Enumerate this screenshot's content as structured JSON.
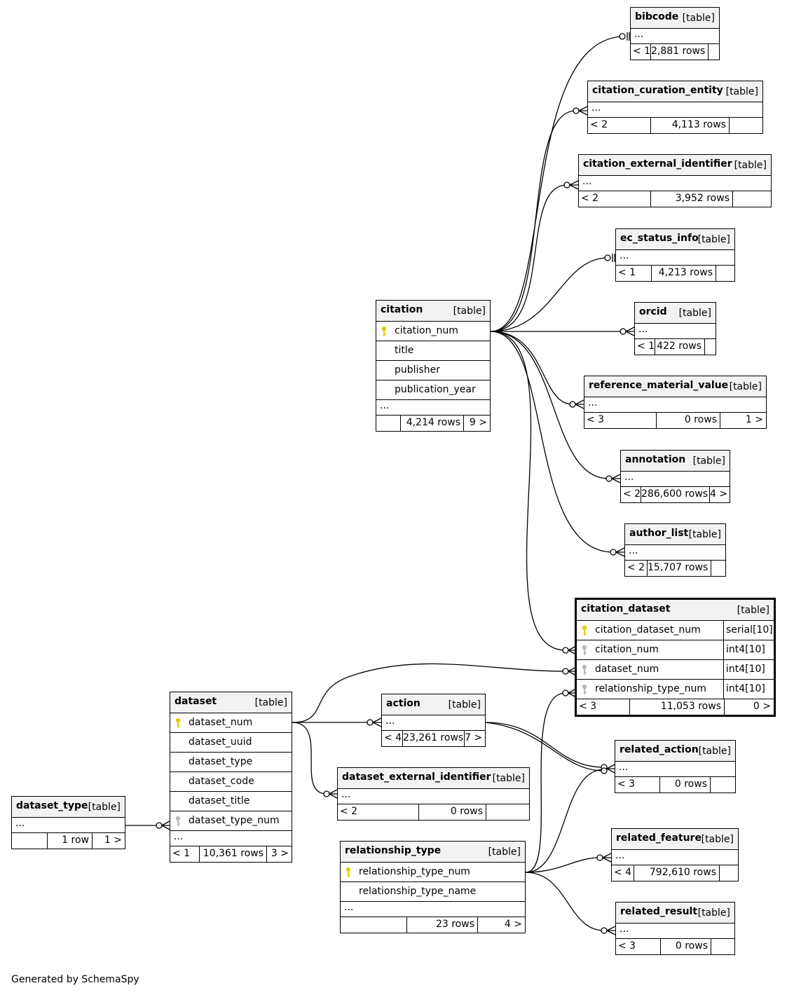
{
  "footer": "Generated by SchemaSpy",
  "table_tag": "[table]",
  "tables": {
    "bibcode": {
      "name": "bibcode",
      "left": "< 1",
      "rows": "2,881 rows",
      "right": ""
    },
    "citation_curation_entity": {
      "name": "citation_curation_entity",
      "left": "< 2",
      "rows": "4,113 rows",
      "right": ""
    },
    "citation_external_identifier": {
      "name": "citation_external_identifier",
      "left": "< 2",
      "rows": "3,952 rows",
      "right": ""
    },
    "ec_status_info": {
      "name": "ec_status_info",
      "left": "< 1",
      "rows": "4,213 rows",
      "right": ""
    },
    "orcid": {
      "name": "orcid",
      "left": "< 1",
      "rows": "422 rows",
      "right": ""
    },
    "reference_material_value": {
      "name": "reference_material_value",
      "left": "< 3",
      "rows": "0 rows",
      "right": "1 >"
    },
    "annotation": {
      "name": "annotation",
      "left": "< 2",
      "rows": "286,600 rows",
      "right": "4 >"
    },
    "author_list": {
      "name": "author_list",
      "left": "< 2",
      "rows": "15,707 rows",
      "right": ""
    },
    "citation": {
      "name": "citation",
      "columns": [
        "citation_num",
        "title",
        "publisher",
        "publication_year"
      ],
      "left": "",
      "rows": "4,214 rows",
      "right": "9 >"
    },
    "citation_dataset": {
      "name": "citation_dataset",
      "columns": [
        {
          "name": "citation_dataset_num",
          "type": "serial[10]"
        },
        {
          "name": "citation_num",
          "type": "int4[10]"
        },
        {
          "name": "dataset_num",
          "type": "int4[10]"
        },
        {
          "name": "relationship_type_num",
          "type": "int4[10]"
        }
      ],
      "left": "< 3",
      "rows": "11,053 rows",
      "right": "0 >"
    },
    "dataset": {
      "name": "dataset",
      "columns": [
        "dataset_num",
        "dataset_uuid",
        "dataset_type",
        "dataset_code",
        "dataset_title",
        "dataset_type_num"
      ],
      "left": "< 1",
      "rows": "10,361 rows",
      "right": "3 >"
    },
    "action": {
      "name": "action",
      "left": "< 4",
      "rows": "23,261 rows",
      "right": "7 >"
    },
    "dataset_external_identifier": {
      "name": "dataset_external_identifier",
      "left": "< 2",
      "rows": "0 rows",
      "right": ""
    },
    "dataset_type": {
      "name": "dataset_type",
      "left": "",
      "rows": "1 row",
      "right": "1 >"
    },
    "related_action": {
      "name": "related_action",
      "left": "< 3",
      "rows": "0 rows",
      "right": ""
    },
    "relationship_type": {
      "name": "relationship_type",
      "columns": [
        "relationship_type_num",
        "relationship_type_name"
      ],
      "left": "",
      "rows": "23 rows",
      "right": "4 >"
    },
    "related_feature": {
      "name": "related_feature",
      "left": "< 4",
      "rows": "792,610 rows",
      "right": ""
    },
    "related_result": {
      "name": "related_result",
      "left": "< 3",
      "rows": "0 rows",
      "right": ""
    }
  },
  "ellipsis": "..."
}
